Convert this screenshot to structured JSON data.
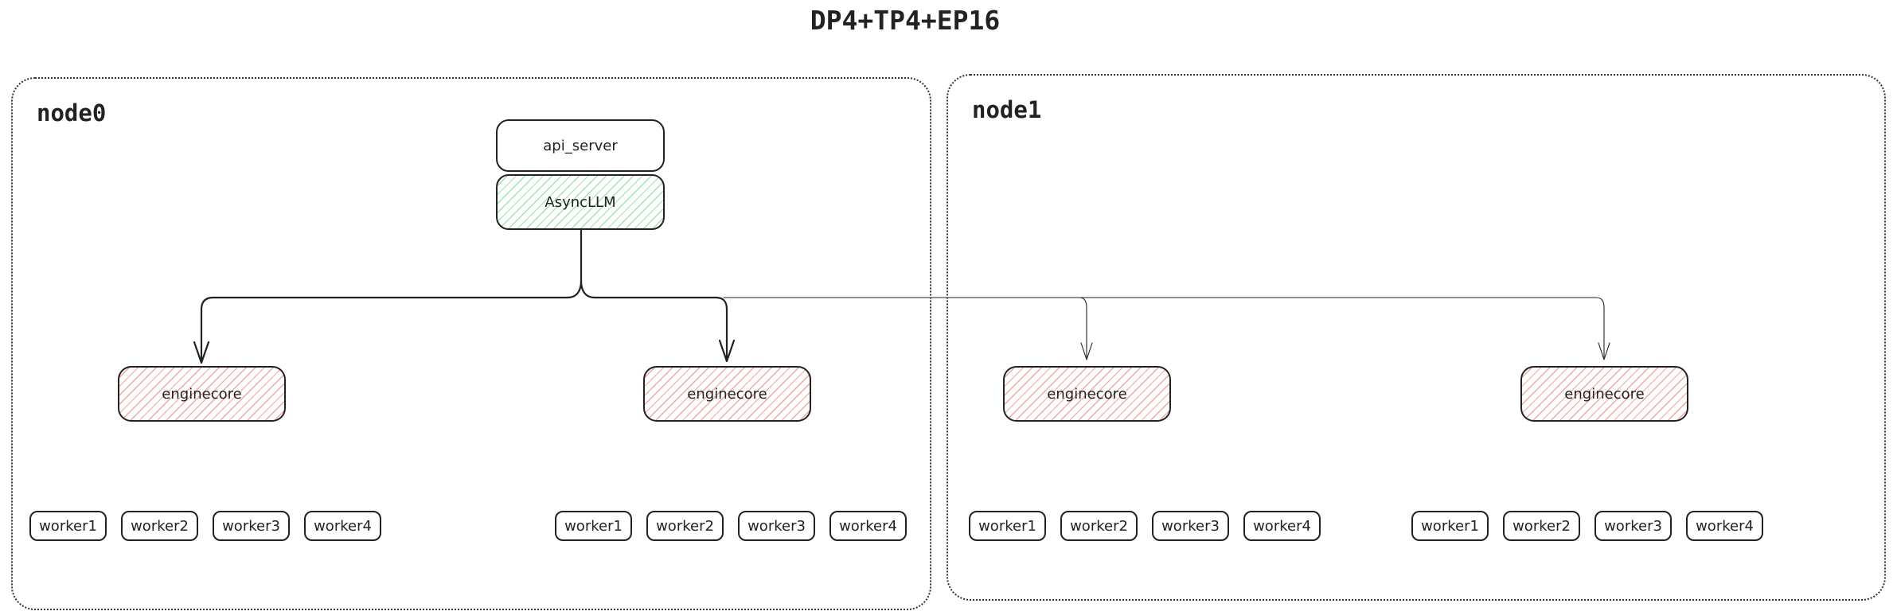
{
  "title": "DP4+TP4+EP16",
  "nodes": [
    {
      "label": "node0"
    },
    {
      "label": "node1"
    }
  ],
  "api_server_label": "api_server",
  "asyncllm_label": "AsyncLLM",
  "engine_groups": [
    {
      "node": "node0",
      "enginecore_label": "enginecore",
      "workers": [
        "worker1",
        "worker2",
        "worker3",
        "worker4"
      ]
    },
    {
      "node": "node0",
      "enginecore_label": "enginecore",
      "workers": [
        "worker1",
        "worker2",
        "worker3",
        "worker4"
      ]
    },
    {
      "node": "node1",
      "enginecore_label": "enginecore",
      "workers": [
        "worker1",
        "worker2",
        "worker3",
        "worker4"
      ]
    },
    {
      "node": "node1",
      "enginecore_label": "enginecore",
      "workers": [
        "worker1",
        "worker2",
        "worker3",
        "worker4"
      ]
    }
  ],
  "colors": {
    "line": "#222222",
    "green_hatch": "#a0e4b0",
    "red_hatch": "#f2a89f",
    "background": "#ffffff"
  }
}
